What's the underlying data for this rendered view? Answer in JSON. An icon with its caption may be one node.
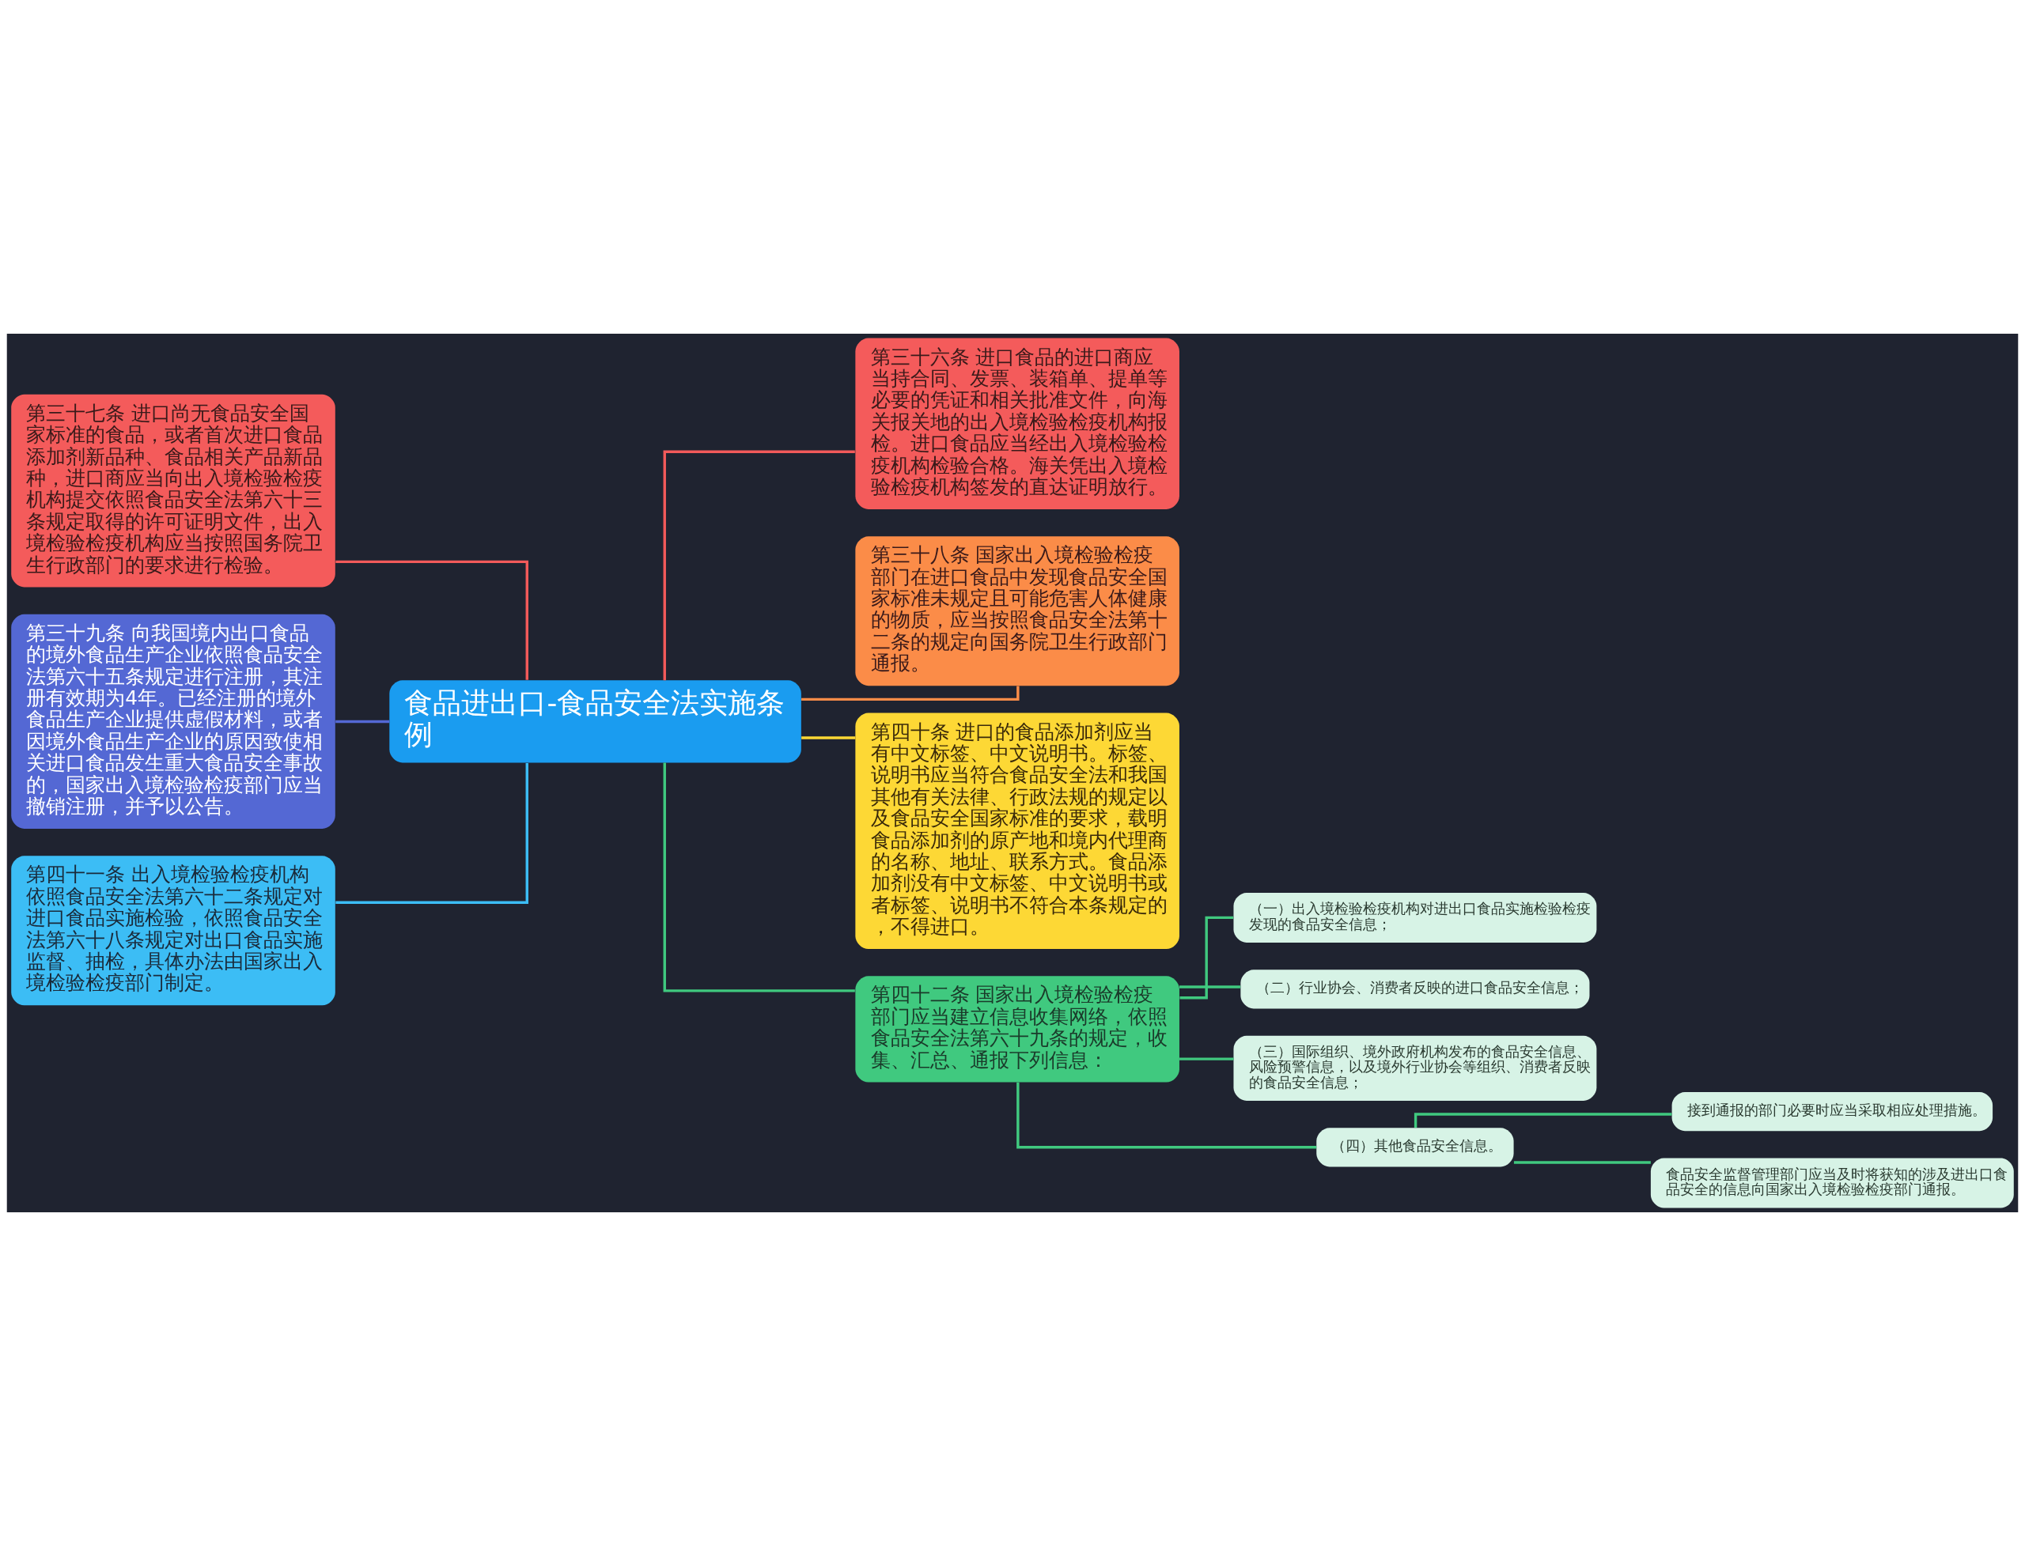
{
  "diagram": {
    "nodes": [
      {
        "text": [
          "食品进出口-食品安全法实施条例"
        ]
      },
      {
        "text": [
          "第三十七条 进口尚无食品安全国家标准的食品，或者首次进口食品添加剂新品种、食品相关产品新品种，进口商应当向出入境检验检疫机构提交依照食品安全法第六十三条规定取得的许可证明文件，出入境检验检疫机构应当按照国务院卫生行政部门的要求进行检验。"
        ]
      },
      {
        "text": [
          "第三十九条 向我国境内出口食品的境外食品生产企业依照食品安全法第六十五条规定进行注册，其注册有效期为4年。已经注册的境外食品生产企业提供虚假材料，或者因境外食品生产企业的原因致使相关进口食品发生重大食品安全事故的，国家出入境检验检疫部门应当撤销注册，并予以公告。"
        ]
      },
      {
        "text": [
          "第四十一条 出入境检验检疫机构依照食品安全法第六十二条规定对进口食品实施检验，依照食品安全法第六十八条规定对出口食品实施监督、抽检，具体办法由国家出入境检验检疫部门制定。"
        ]
      },
      {
        "text": [
          "第三十六条 进口食品的进口商应当持合同、发票、装箱单、提单等必要的凭证和相关批准文件，向海关报关地的出入境检验检疫机构报检。进口食品应当经出入境检验检疫机构检验合格。海关凭出入境检验检疫机构签发的直达证明放行。"
        ]
      },
      {
        "text": [
          "第三十八条 国家出入境检验检疫部门在进口食品中发现食品安全国家标准未规定且可能危害人体健康的物质，应当按照食品安全法第十二条的规定向国务院卫生行政部门通报。"
        ]
      },
      {
        "text": [
          "第四十条 进口的食品添加剂应当有中文标签、中文说明书。标签、说明书应当符合食品安全法和我国其他有关法律、行政法规的规定以及食品安全国家标准的要求，载明食品添加剂的原产地和境内代理商的名称、地址、联系方式。食品添加剂没有中文标签、中文说明书或者标签、说明书不符合本条规定的，不得进口。"
        ]
      },
      {
        "text": [
          "第四十二条 国家出入境检验检疫部门应当建立信息收集网络，依照食品安全法第六十九条的规定，收集、汇总、通报下列信息："
        ]
      },
      {
        "text": [
          "（一）出入境检验检疫机构对进出口食品实施检验检疫发现的食品安全信息；"
        ]
      },
      {
        "text": [
          "（二）行业协会、消费者反映的进口食品安全信息；"
        ]
      },
      {
        "text": [
          "（三）国际组织、境外政府机构发布的食品安全信息、风险预警信息，以及境外行业协会等组织、消费者反映的食品安全信息；"
        ]
      },
      {
        "text": [
          "（四）其他食品安全信息。"
        ]
      },
      {
        "text": [
          "接到通报的部门必要时应当采取相应处理措施。"
        ]
      },
      {
        "text": [
          "食品安全监督管理部门应当及时将获知的涉及进出口食品安全的信息向国家出入境检验检疫部门通报。"
        ]
      }
    ],
    "edges": [
      {
        "from": 1,
        "to": 0,
        "arrow": "none",
        "color": "#f25a5a"
      },
      {
        "from": 2,
        "to": 0,
        "arrow": "none",
        "color": "#5468d4"
      },
      {
        "from": 3,
        "to": 0,
        "arrow": "none",
        "color": "#3cbdf5"
      },
      {
        "from": 0,
        "to": 4,
        "arrow": "none",
        "color": "#f25a5a"
      },
      {
        "from": 0,
        "to": 5,
        "arrow": "none",
        "color": "#fb8c48"
      },
      {
        "from": 0,
        "to": 6,
        "arrow": "none",
        "color": "#fdd835"
      },
      {
        "from": 0,
        "to": 7,
        "arrow": "none"
      },
      {
        "from": 7,
        "to": 8,
        "arrow": "none"
      },
      {
        "from": 7,
        "to": 9,
        "arrow": "none"
      },
      {
        "from": 7,
        "to": 10,
        "arrow": "none"
      },
      {
        "from": 7,
        "to": 11,
        "arrow": "none"
      },
      {
        "from": 11,
        "to": 12,
        "arrow": "none"
      },
      {
        "from": 11,
        "to": 13,
        "arrow": "none"
      }
    ]
  }
}
